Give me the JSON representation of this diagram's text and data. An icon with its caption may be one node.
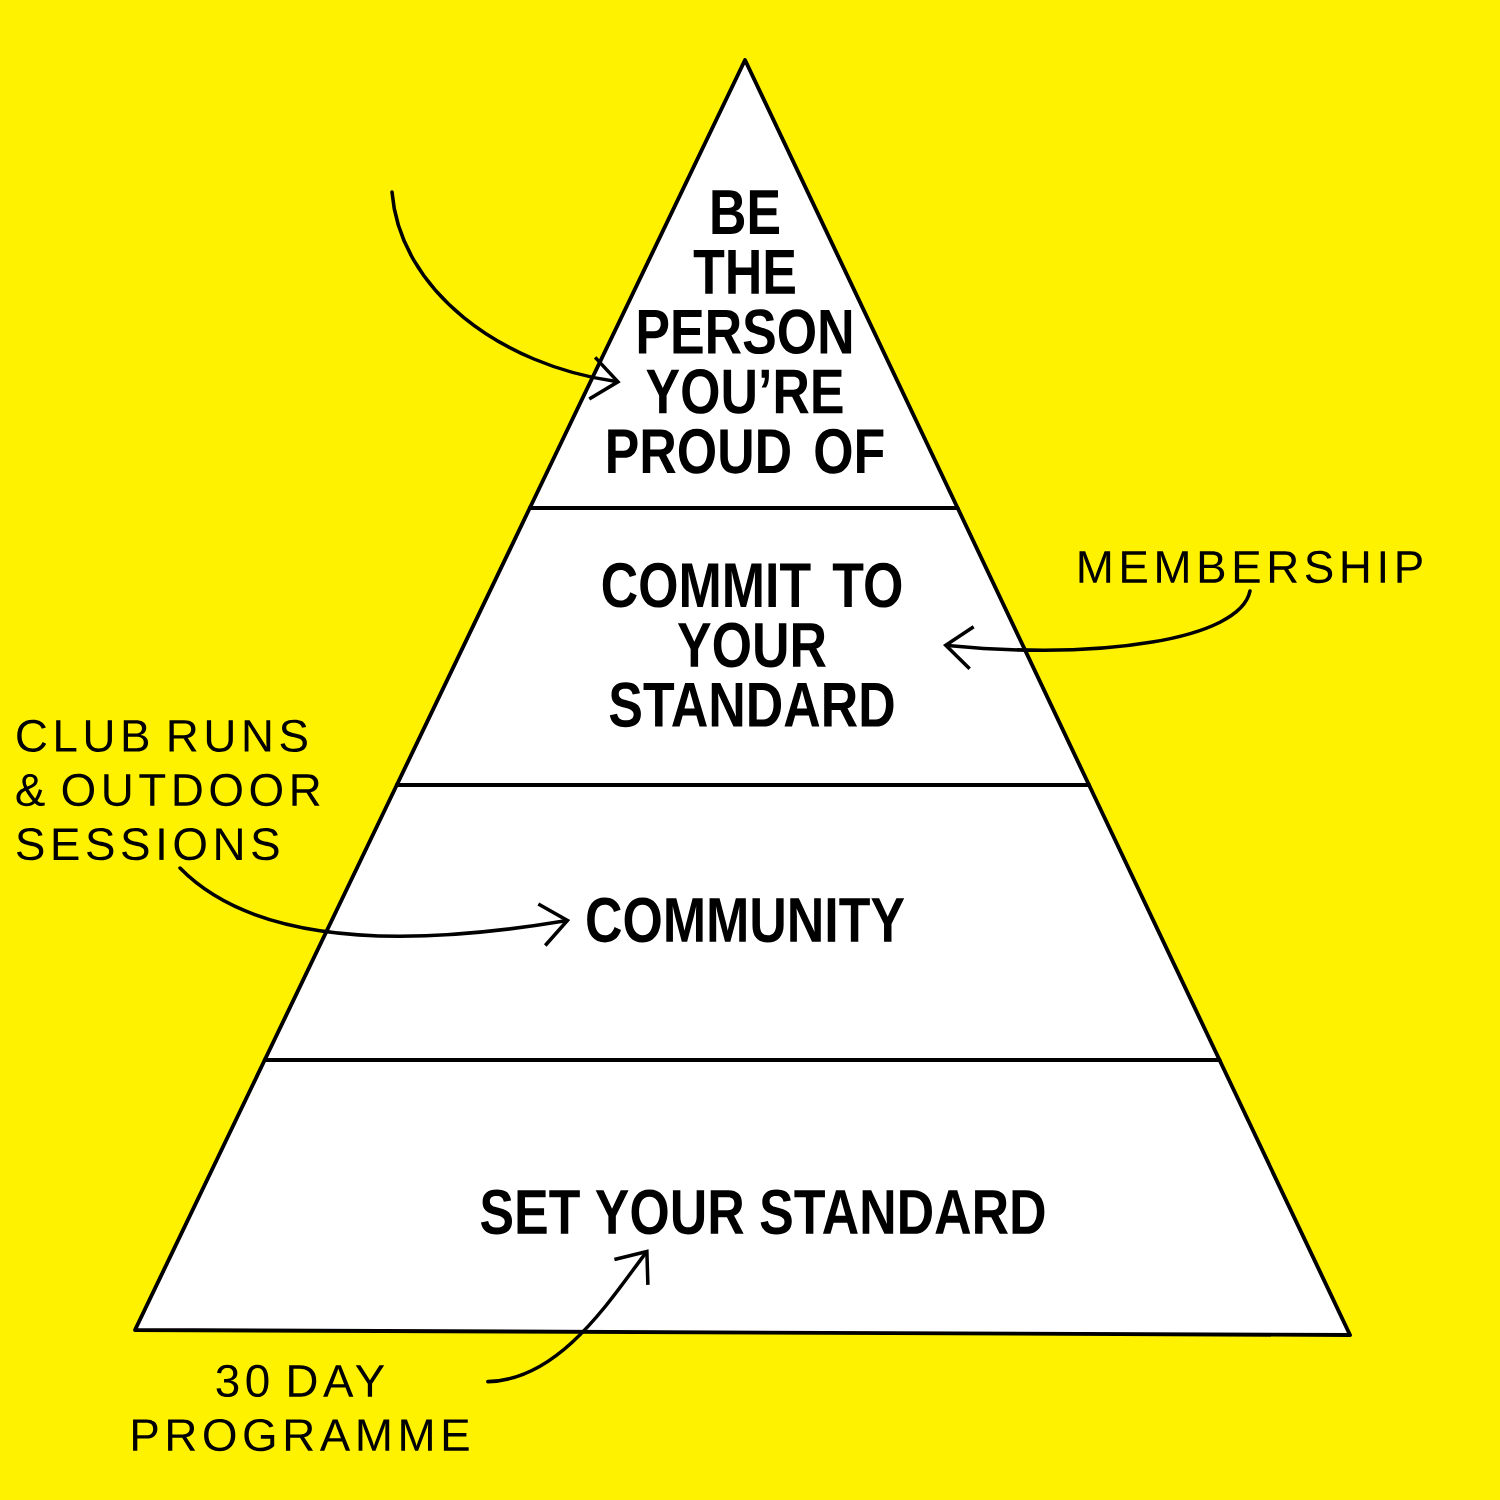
{
  "diagram": {
    "nodes": [
      {
        "text": [
          "BE THE PERSON YOU’RE PROUD OF"
        ]
      },
      {
        "text": [
          "COMMIT TO YOUR STANDARD"
        ]
      },
      {
        "text": [
          "COMMUNITY"
        ]
      },
      {
        "text": [
          "SET YOUR STANDARD"
        ]
      },
      {
        "text": [
          "MEMBERSHIP"
        ]
      },
      {
        "text": [
          "CLUB RUNS & OUTDOOR SESSIONS"
        ]
      },
      {
        "text": [
          "30 DAY PROGRAMME"
        ]
      }
    ],
    "edges": [
      {
        "from": null,
        "to": 0,
        "arrow": "to"
      },
      {
        "from": 4,
        "to": 1,
        "arrow": "to"
      },
      {
        "from": 5,
        "to": 2,
        "arrow": "to"
      },
      {
        "from": 6,
        "to": 3,
        "arrow": "to"
      }
    ]
  }
}
